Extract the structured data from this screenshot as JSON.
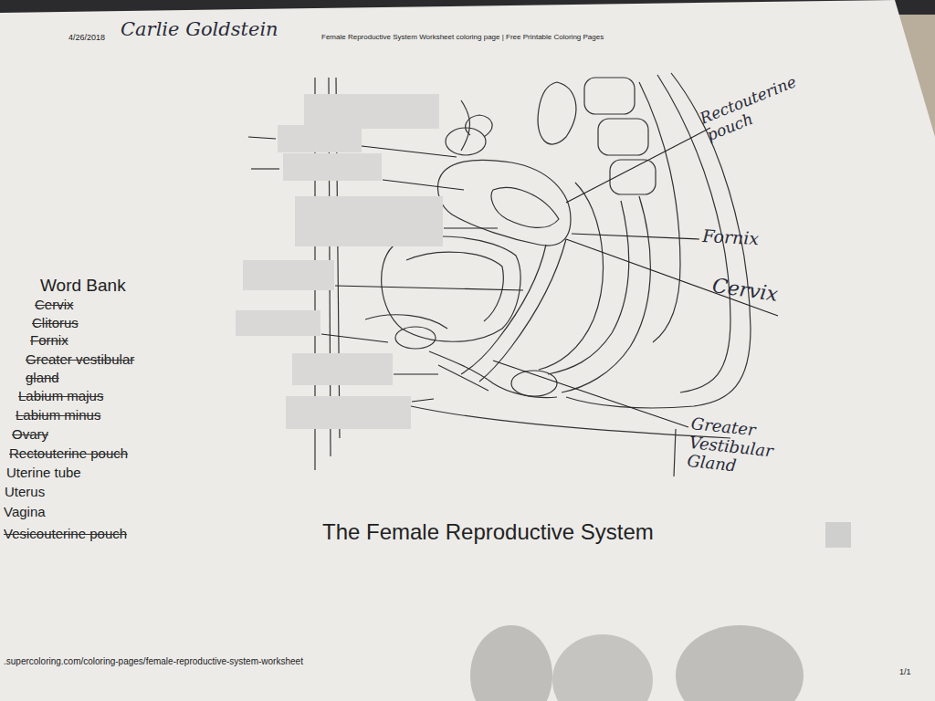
{
  "diagram": {
    "title": "The Female Reproductive System",
    "labels": [
      "4/26/2018",
      "Carlie Goldstein",
      "Female Reproductive System Worksheet coloring page | Free Printable Coloring Pages",
      "Rectouterine pouch",
      "Fornix",
      "Cervix",
      "Greater Vestibular Gland",
      "Word Bank",
      "Cervix",
      "Clitorus",
      "Fornix",
      "Greater vestibular gland",
      "Labium majus",
      "Labium minus",
      "Ovary",
      "Rectouterine pouch",
      "Uterine tube",
      "Uterus",
      "Vagina",
      "Vesicouterine pouch",
      ".supercoloring.com/coloring-pages/female-reproductive-system-worksheet",
      "1/1"
    ]
  }
}
